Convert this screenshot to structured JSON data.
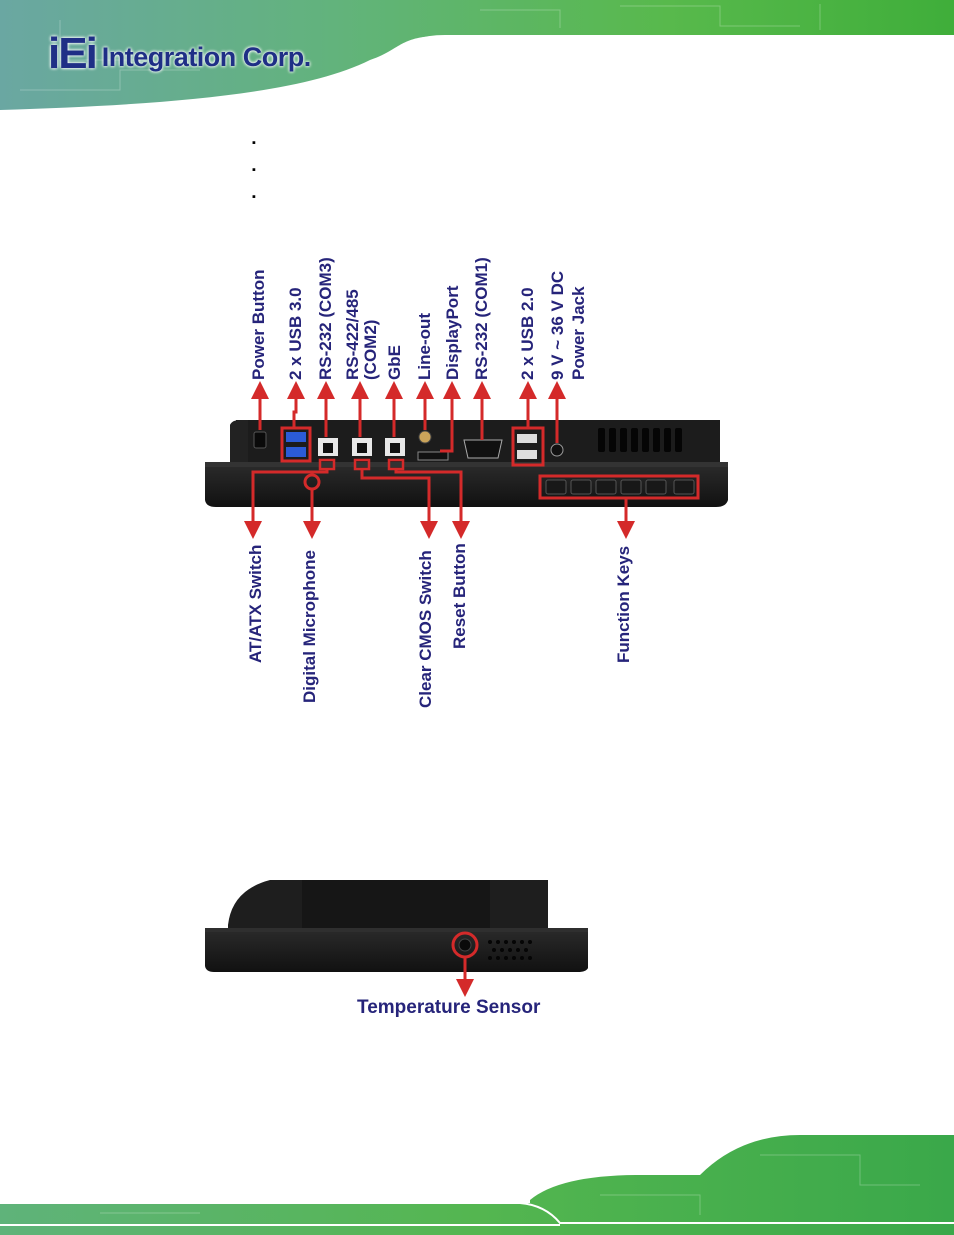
{
  "header": {
    "logo_mark": "iEi",
    "logo_text": "Integration Corp."
  },
  "bullets": [
    "",
    "",
    ""
  ],
  "rear_panel": {
    "top_labels": [
      "Power Button",
      "2 x USB 3.0",
      "RS-232 (COM3)",
      "RS-422/485",
      "(COM2)",
      "GbE",
      "Line-out",
      "DisplayPort",
      "RS-232 (COM1)",
      "2 x USB 2.0",
      "9 V ~ 36 V DC",
      "Power Jack"
    ],
    "bottom_labels": [
      "AT/ATX Switch",
      "Digital Microphone",
      "Clear CMOS Switch",
      "Reset Button",
      "Function Keys"
    ]
  },
  "side_panel": {
    "label": "Temperature Sensor"
  },
  "colors": {
    "label": "#26247a",
    "callout": "#d42a2a",
    "brand": "#1f2f86",
    "green": "#2fb54a"
  }
}
